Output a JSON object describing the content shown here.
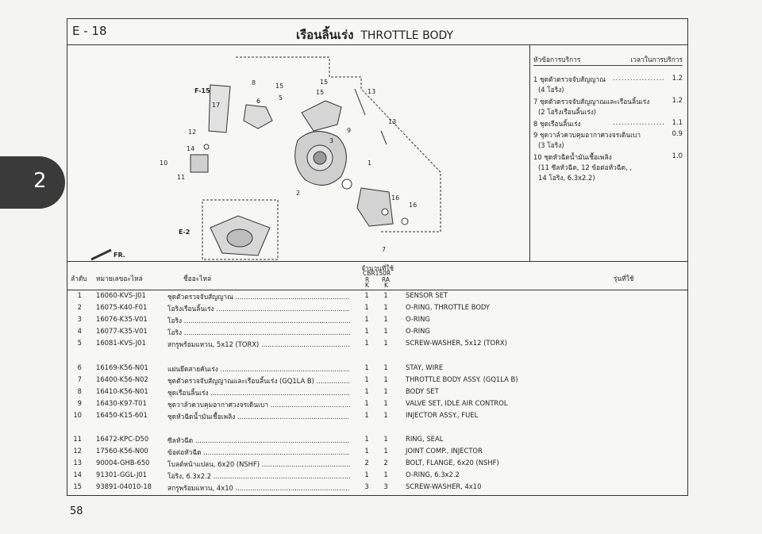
{
  "page": {
    "section_code": "E - 18",
    "title_thai": "เรือนลิ้นเร่ง",
    "title_en": "THROTTLE BODY",
    "chapter_tab": "2",
    "page_number": "58"
  },
  "diagram": {
    "labels": {
      "f15": "F-15",
      "e2": "E-2",
      "fr": "FR.",
      "n1": "1",
      "n2": "2",
      "n3": "3",
      "n5": "5",
      "n6": "6",
      "n7": "7",
      "n8": "8",
      "n9": "9",
      "n10": "10",
      "n11": "11",
      "n12": "12",
      "n13a": "13",
      "n13b": "13",
      "n14": "14",
      "n15a": "15",
      "n15b": "15",
      "n15c": "15",
      "n16a": "16",
      "n16b": "16",
      "n17": "17"
    }
  },
  "service": {
    "header_item": "หัวข้อการบริการ",
    "header_time": "เวลาในการบริการ",
    "items": [
      {
        "name": "1 ชุดตัวตรวจจับสัญญาณ",
        "time": "1.2",
        "sub": "(4 โอริง)"
      },
      {
        "name": "7 ชุดตัวตรวจจับสัญญาณและเรือนลิ้นเร่ง",
        "time": "1.2",
        "sub": "(2 โอริงเรือนลิ้นเร่ง)"
      },
      {
        "name": "8 ชุดเรือนลิ้นเร่ง",
        "time": "1.1",
        "sub": ""
      },
      {
        "name": "9 ชุดวาล์วควบคุมอากาศวงจรเดินเบา",
        "time": "0.9",
        "sub": "(3 โอริง)"
      },
      {
        "name": "10 ชุดหัวฉีดน้ำมันเชื้อเพลิง",
        "time": "1.0",
        "sub": "(11 ซีลหัวฉีด, 12 ข้อต่อหัวฉีด, ,",
        "sub2": "14 โอริง, 6.3x2.2)"
      }
    ]
  },
  "table": {
    "col_no": "ลำดับ",
    "col_part_no": "หมายเลขอะไหล่",
    "col_name": "ชื่ออะไหล่",
    "col_qty": "จำนวนที่ใช้",
    "col_model": "CBR150R",
    "col_r": "R",
    "col_ra": "RA",
    "col_k1": "K",
    "col_k2": "K",
    "col_model_used": "รุ่นที่ใช้",
    "rows": [
      {
        "no": "1",
        "part": "16060-KVS-J01",
        "thai": "ชุดตัวตรวจจับสัญญาณ",
        "r": "1",
        "ra": "1",
        "en": "SENSOR SET"
      },
      {
        "no": "2",
        "part": "16075-K40-F01",
        "thai": "โอริงเรือนลิ้นเร่ง",
        "r": "1",
        "ra": "1",
        "en": "O-RING, THROTTLE BODY"
      },
      {
        "no": "3",
        "part": "16076-K35-V01",
        "thai": "โอริง",
        "r": "1",
        "ra": "1",
        "en": "O-RING"
      },
      {
        "no": "4",
        "part": "16077-K35-V01",
        "thai": "โอริง",
        "r": "1",
        "ra": "1",
        "en": "O-RING"
      },
      {
        "no": "5",
        "part": "16081-KVS-J01",
        "thai": "สกรูพร้อมแหวน, 5x12 (TORX)",
        "r": "1",
        "ra": "1",
        "en": "SCREW-WASHER, 5x12 (TORX)"
      },
      {
        "no": "6",
        "part": "16169-K56-N01",
        "thai": "แผ่นยึดสายคันเร่ง",
        "r": "1",
        "ra": "1",
        "en": "STAY, WIRE"
      },
      {
        "no": "7",
        "part": "16400-K56-N02",
        "thai": "ชุดตัวตรวจจับสัญญาณและเรือนลิ้นเร่ง (GQ1LA B)",
        "r": "1",
        "ra": "1",
        "en": "THROTTLE BODY ASSY. (GQ1LA B)"
      },
      {
        "no": "8",
        "part": "16410-K56-N01",
        "thai": "ชุดเรือนลิ้นเร่ง",
        "r": "1",
        "ra": "1",
        "en": "BODY SET"
      },
      {
        "no": "9",
        "part": "16430-K97-T01",
        "thai": "ชุดวาล์วควบคุมอากาศวงจรเดินเบา",
        "r": "1",
        "ra": "1",
        "en": "VALVE SET, IDLE AIR CONTROL"
      },
      {
        "no": "10",
        "part": "16450-K15-601",
        "thai": "ชุดหัวฉีดน้ำมันเชื้อเพลิง",
        "r": "1",
        "ra": "1",
        "en": "INJECTOR ASSY., FUEL"
      },
      {
        "no": "11",
        "part": "16472-KPC-D50",
        "thai": "ซีลหัวฉีด",
        "r": "1",
        "ra": "1",
        "en": "RING, SEAL"
      },
      {
        "no": "12",
        "part": "17560-K56-N00",
        "thai": "ข้อต่อหัวฉีด",
        "r": "1",
        "ra": "1",
        "en": "JOINT COMP., INJECTOR"
      },
      {
        "no": "13",
        "part": "90004-GHB-650",
        "thai": "โบลต์หน้าแปลน, 6x20 (NSHF)",
        "r": "2",
        "ra": "2",
        "en": "BOLT, FLANGE, 6x20 (NSHF)"
      },
      {
        "no": "14",
        "part": "91301-GGL-J01",
        "thai": "โอริง, 6.3x2.2",
        "r": "1",
        "ra": "1",
        "en": "O-RING, 6.3x2.2"
      },
      {
        "no": "15",
        "part": "93891-04010-18",
        "thai": "สกรูพร้อมแหวน, 4x10",
        "r": "3",
        "ra": "3",
        "en": "SCREW-WASHER, 4x10"
      }
    ]
  }
}
